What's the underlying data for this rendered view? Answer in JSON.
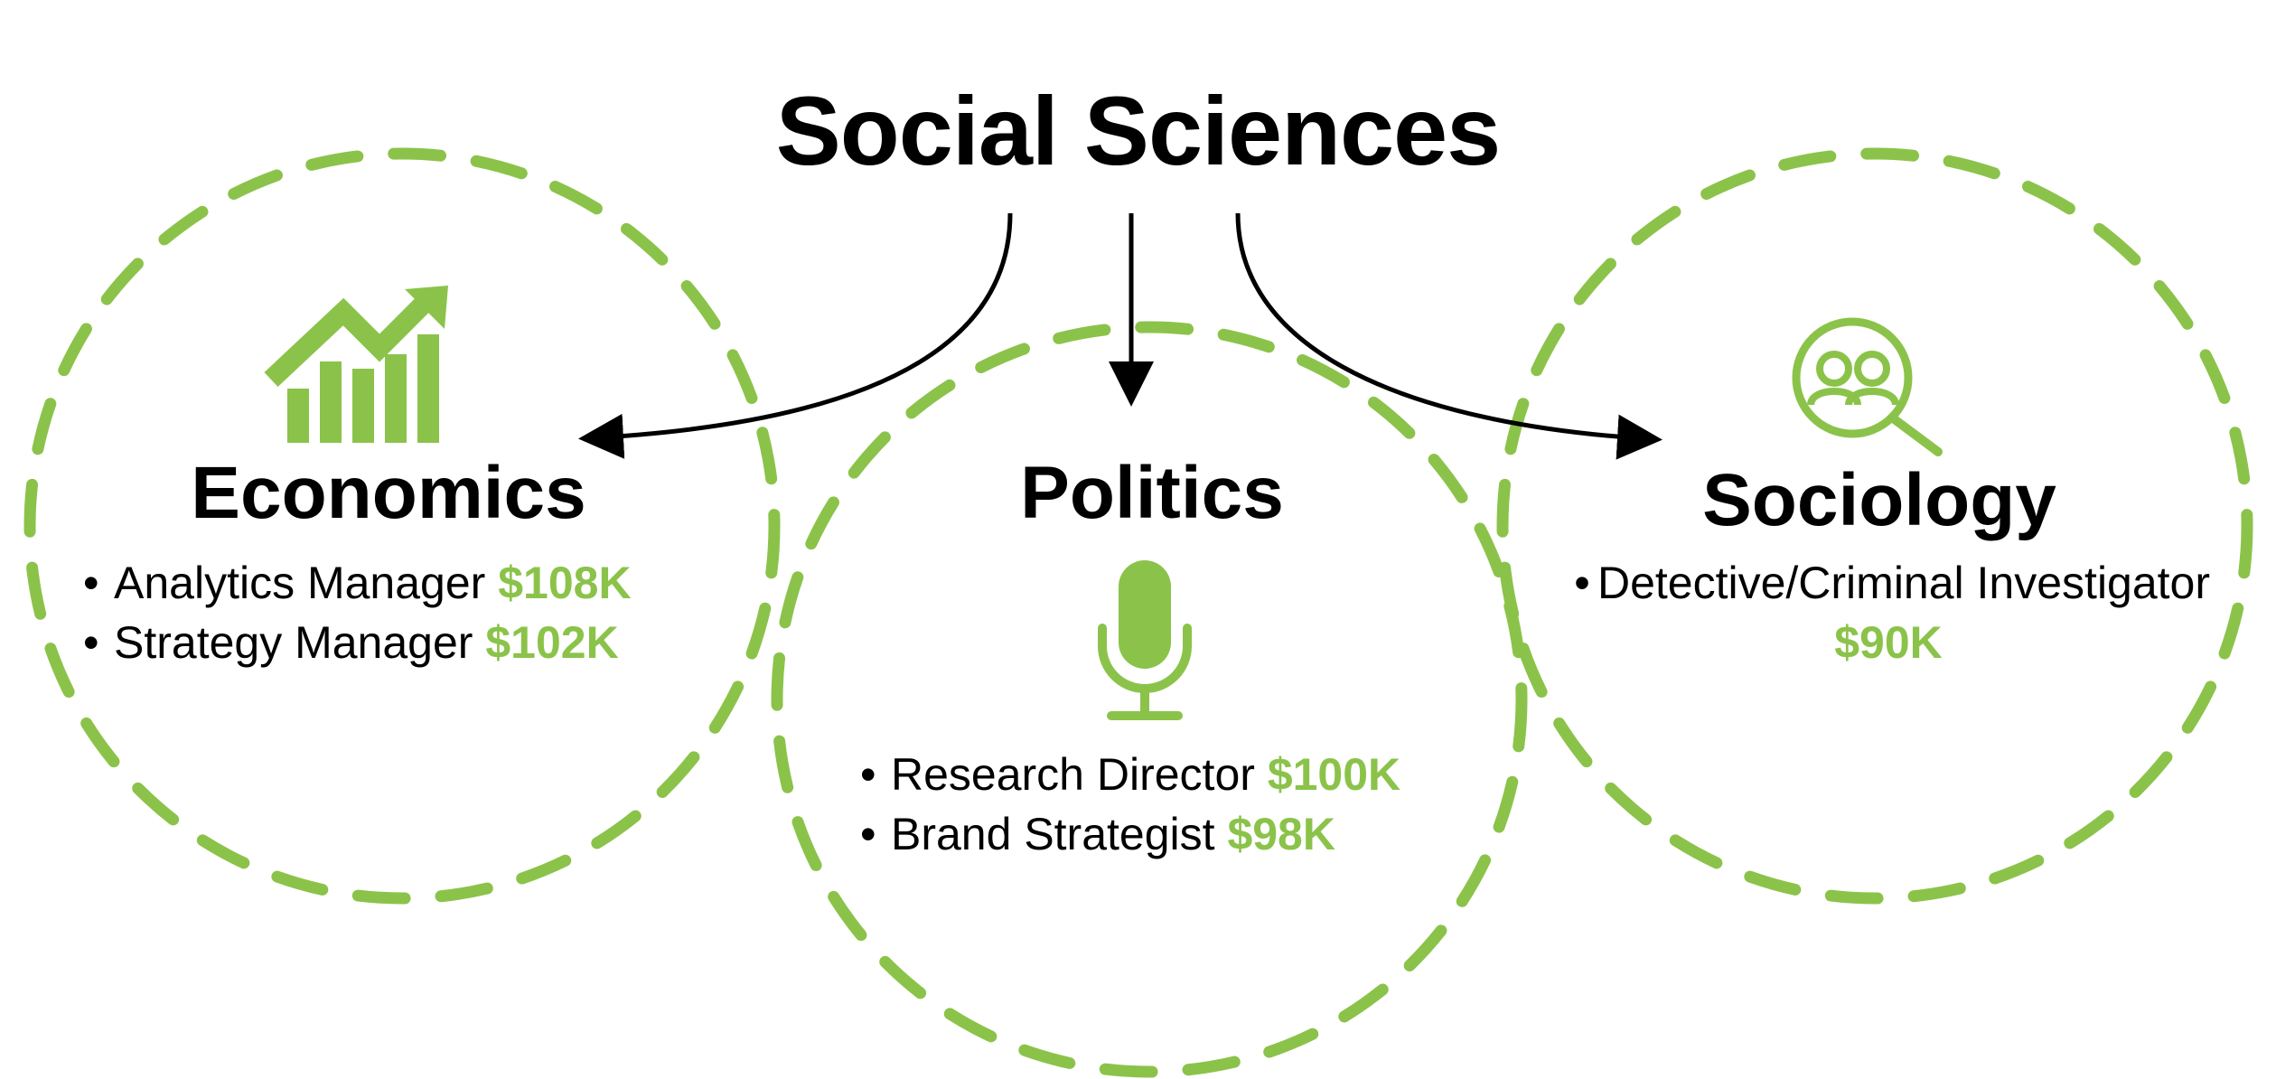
{
  "title": "Social Sciences",
  "accent_color": "#8bc34a",
  "bullet_glyph": "•",
  "fields": [
    {
      "name": "Economics",
      "icon": "growth-chart-icon",
      "jobs": [
        {
          "title": "Analytics Manager",
          "salary": "$108K"
        },
        {
          "title": "Strategy Manager",
          "salary": "$102K"
        }
      ]
    },
    {
      "name": "Politics",
      "icon": "microphone-icon",
      "jobs": [
        {
          "title": "Research Director",
          "salary": "$100K"
        },
        {
          "title": "Brand Strategist",
          "salary": "$98K"
        }
      ]
    },
    {
      "name": "Sociology",
      "icon": "people-search-icon",
      "jobs": [
        {
          "title": "Detective/Criminal Investigator",
          "salary": "$90K"
        }
      ]
    }
  ]
}
